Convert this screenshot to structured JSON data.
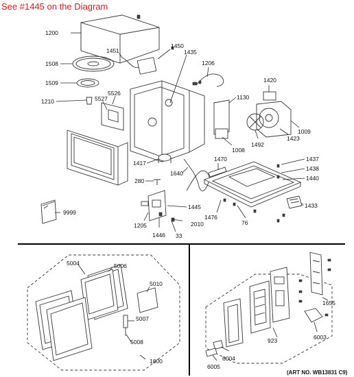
{
  "header": {
    "note": "See #1445 on the Diagram",
    "note_color": "#e01818"
  },
  "parts": {
    "p1200": "1200",
    "p1451": "1451",
    "p1450": "1450",
    "p1508": "1508",
    "p1509": "1509",
    "p1210": "1210",
    "p5526": "5526",
    "p5527": "5527",
    "p1435": "1435",
    "p1206": "1206",
    "p1130": "1130",
    "p1420": "1420",
    "p1009": "1009",
    "p1423": "1423",
    "p1492": "1492",
    "p1008": "1008",
    "p1417": "1417",
    "p1640": "1640",
    "p1470": "1470",
    "p1437": "1437",
    "p1438": "1438",
    "p1440": "1440",
    "p280": "280",
    "p1445": "1445",
    "p1476": "1476",
    "p1433": "1433",
    "p9999": "9999",
    "p1205": "1205",
    "p2010": "2010",
    "p1446": "1446",
    "p33": "33",
    "p76": "76",
    "p5004": "5004",
    "p5006": "5006",
    "p5010": "5010",
    "p5007": "5007",
    "p5008": "5008",
    "p1800": "1800",
    "p1655": "1655",
    "p923": "923",
    "p6003": "6003",
    "p6004": "6004",
    "p6005": "6005"
  },
  "footer": {
    "art_no": "(ART NO. WB13831 C9)"
  }
}
